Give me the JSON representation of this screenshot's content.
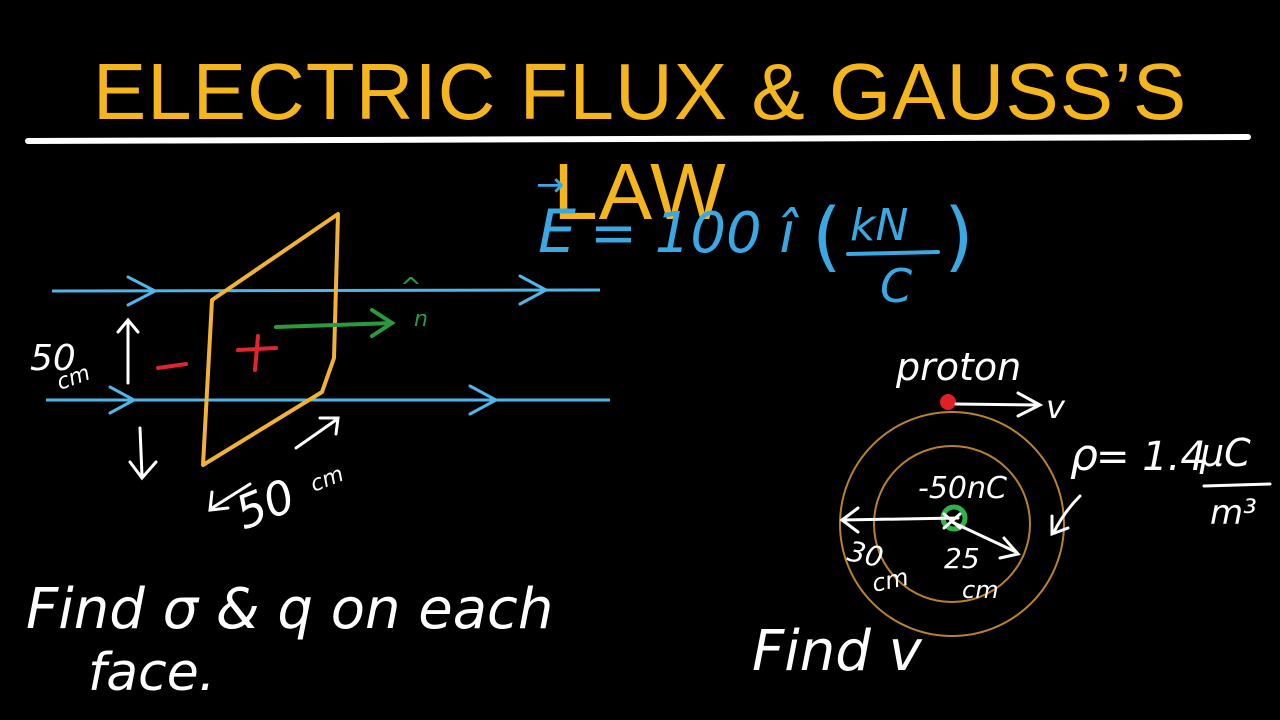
{
  "title": "ELECTRIC FLUX & GAUSS’S LAW",
  "colors": {
    "background": "#000000",
    "title": "#f5b51c",
    "underline": "#ffffff",
    "field_lines": "#4fb6ea",
    "plate": "#f2b233",
    "normal": "#2a9a3c",
    "sign": "#e0262c",
    "text": "#ffffff",
    "equation": "#3aa8e2",
    "proton": "#e01f26",
    "shell": "#b8822c",
    "center_charge": "#2fb44a"
  },
  "left_diagram": {
    "dim_height": "50",
    "dim_height_unit": "cm",
    "dim_width": "50",
    "dim_width_unit": "cm",
    "minus_sign": "−",
    "plus_sign": "+",
    "normal_hat": "^",
    "normal_label": "n"
  },
  "equation": {
    "vector_symbol": "→",
    "lhs": "E",
    "rhs": "= 100 î",
    "unit_numerator": "kN",
    "unit_denominator": "C",
    "open_paren": "(",
    "close_paren": ")"
  },
  "right_diagram": {
    "proton_label": "proton",
    "velocity_label": "v",
    "density_symbol": "ρ",
    "density_value": "= 1.4",
    "density_unit_num": "μC",
    "density_unit_den": "m³",
    "center_charge_label": "-50nC",
    "outer_radius_value": "30",
    "outer_radius_unit": "cm",
    "inner_radius_value": "25",
    "inner_radius_unit": "cm"
  },
  "prompts": {
    "left_line1": "Find σ & q on each",
    "left_line2": "face.",
    "right": "Find v"
  }
}
